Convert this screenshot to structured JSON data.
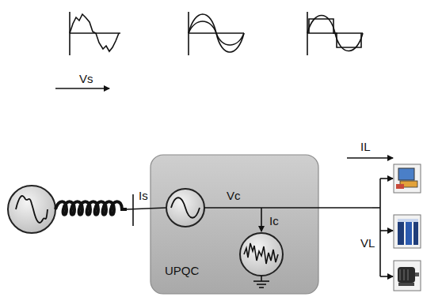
{
  "diagram": {
    "nodes": [
      {
        "text": [
          "UPQC"
        ]
      }
    ],
    "labels": [
      "Vs",
      "Is",
      "Vc",
      "Ic",
      "IL",
      "VL"
    ]
  }
}
